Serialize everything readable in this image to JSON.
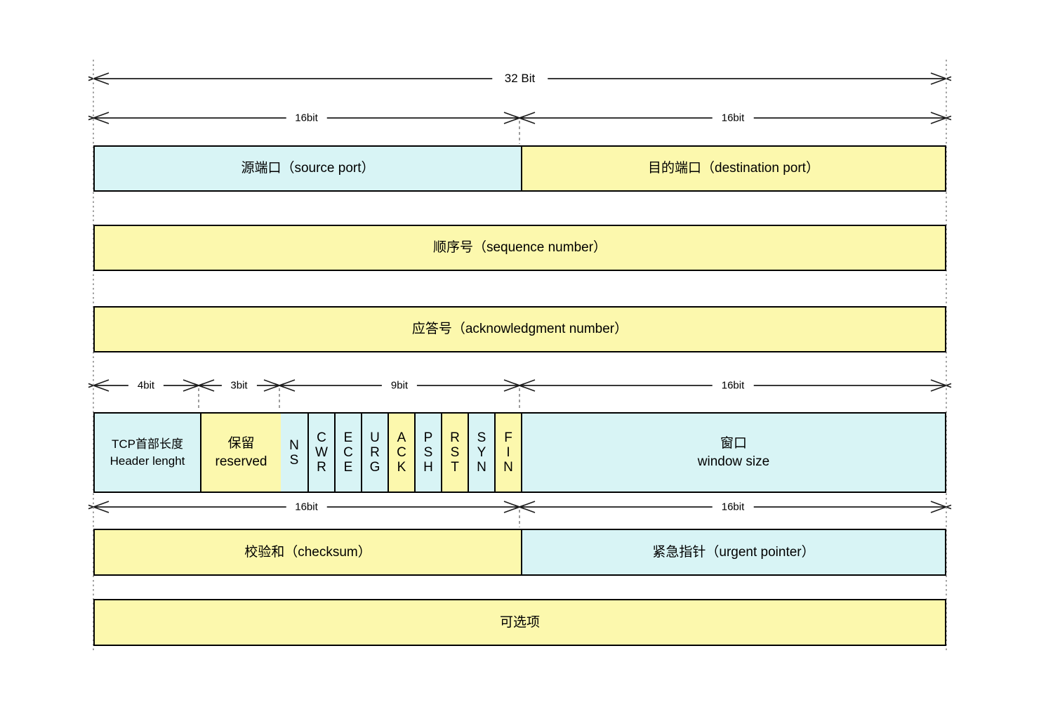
{
  "dimensions": {
    "bit32": "32 Bit",
    "bit16": "16bit",
    "bit4": "4bit",
    "bit3": "3bit",
    "bit9": "9bit"
  },
  "fields": {
    "source_port": "源端口（source port）",
    "destination_port": "目的端口（destination port）",
    "sequence_number": "顺序号（sequence number）",
    "acknowledgment_number": "应答号（acknowledgment number）",
    "header_length": {
      "line1": "TCP首部长度",
      "line2": "Header lenght"
    },
    "reserved": {
      "line1": "保留",
      "line2": "reserved"
    },
    "flags": [
      {
        "label": "NS",
        "color": "cyan"
      },
      {
        "label": "CWR",
        "color": "cyan"
      },
      {
        "label": "ECE",
        "color": "cyan"
      },
      {
        "label": "URG",
        "color": "cyan"
      },
      {
        "label": "ACK",
        "color": "yellow"
      },
      {
        "label": "PSH",
        "color": "cyan"
      },
      {
        "label": "RST",
        "color": "yellow"
      },
      {
        "label": "SYN",
        "color": "cyan"
      },
      {
        "label": "FIN",
        "color": "yellow"
      }
    ],
    "window": {
      "line1": "窗口",
      "line2": "window size"
    },
    "checksum": "校验和（checksum）",
    "urgent_pointer": "紧急指针（urgent pointer）",
    "options": "可选项"
  },
  "colors": {
    "cyan": "#d8f4f5",
    "yellow": "#fcf8ad",
    "border": "#000000",
    "guide": "#8c8c8c"
  }
}
